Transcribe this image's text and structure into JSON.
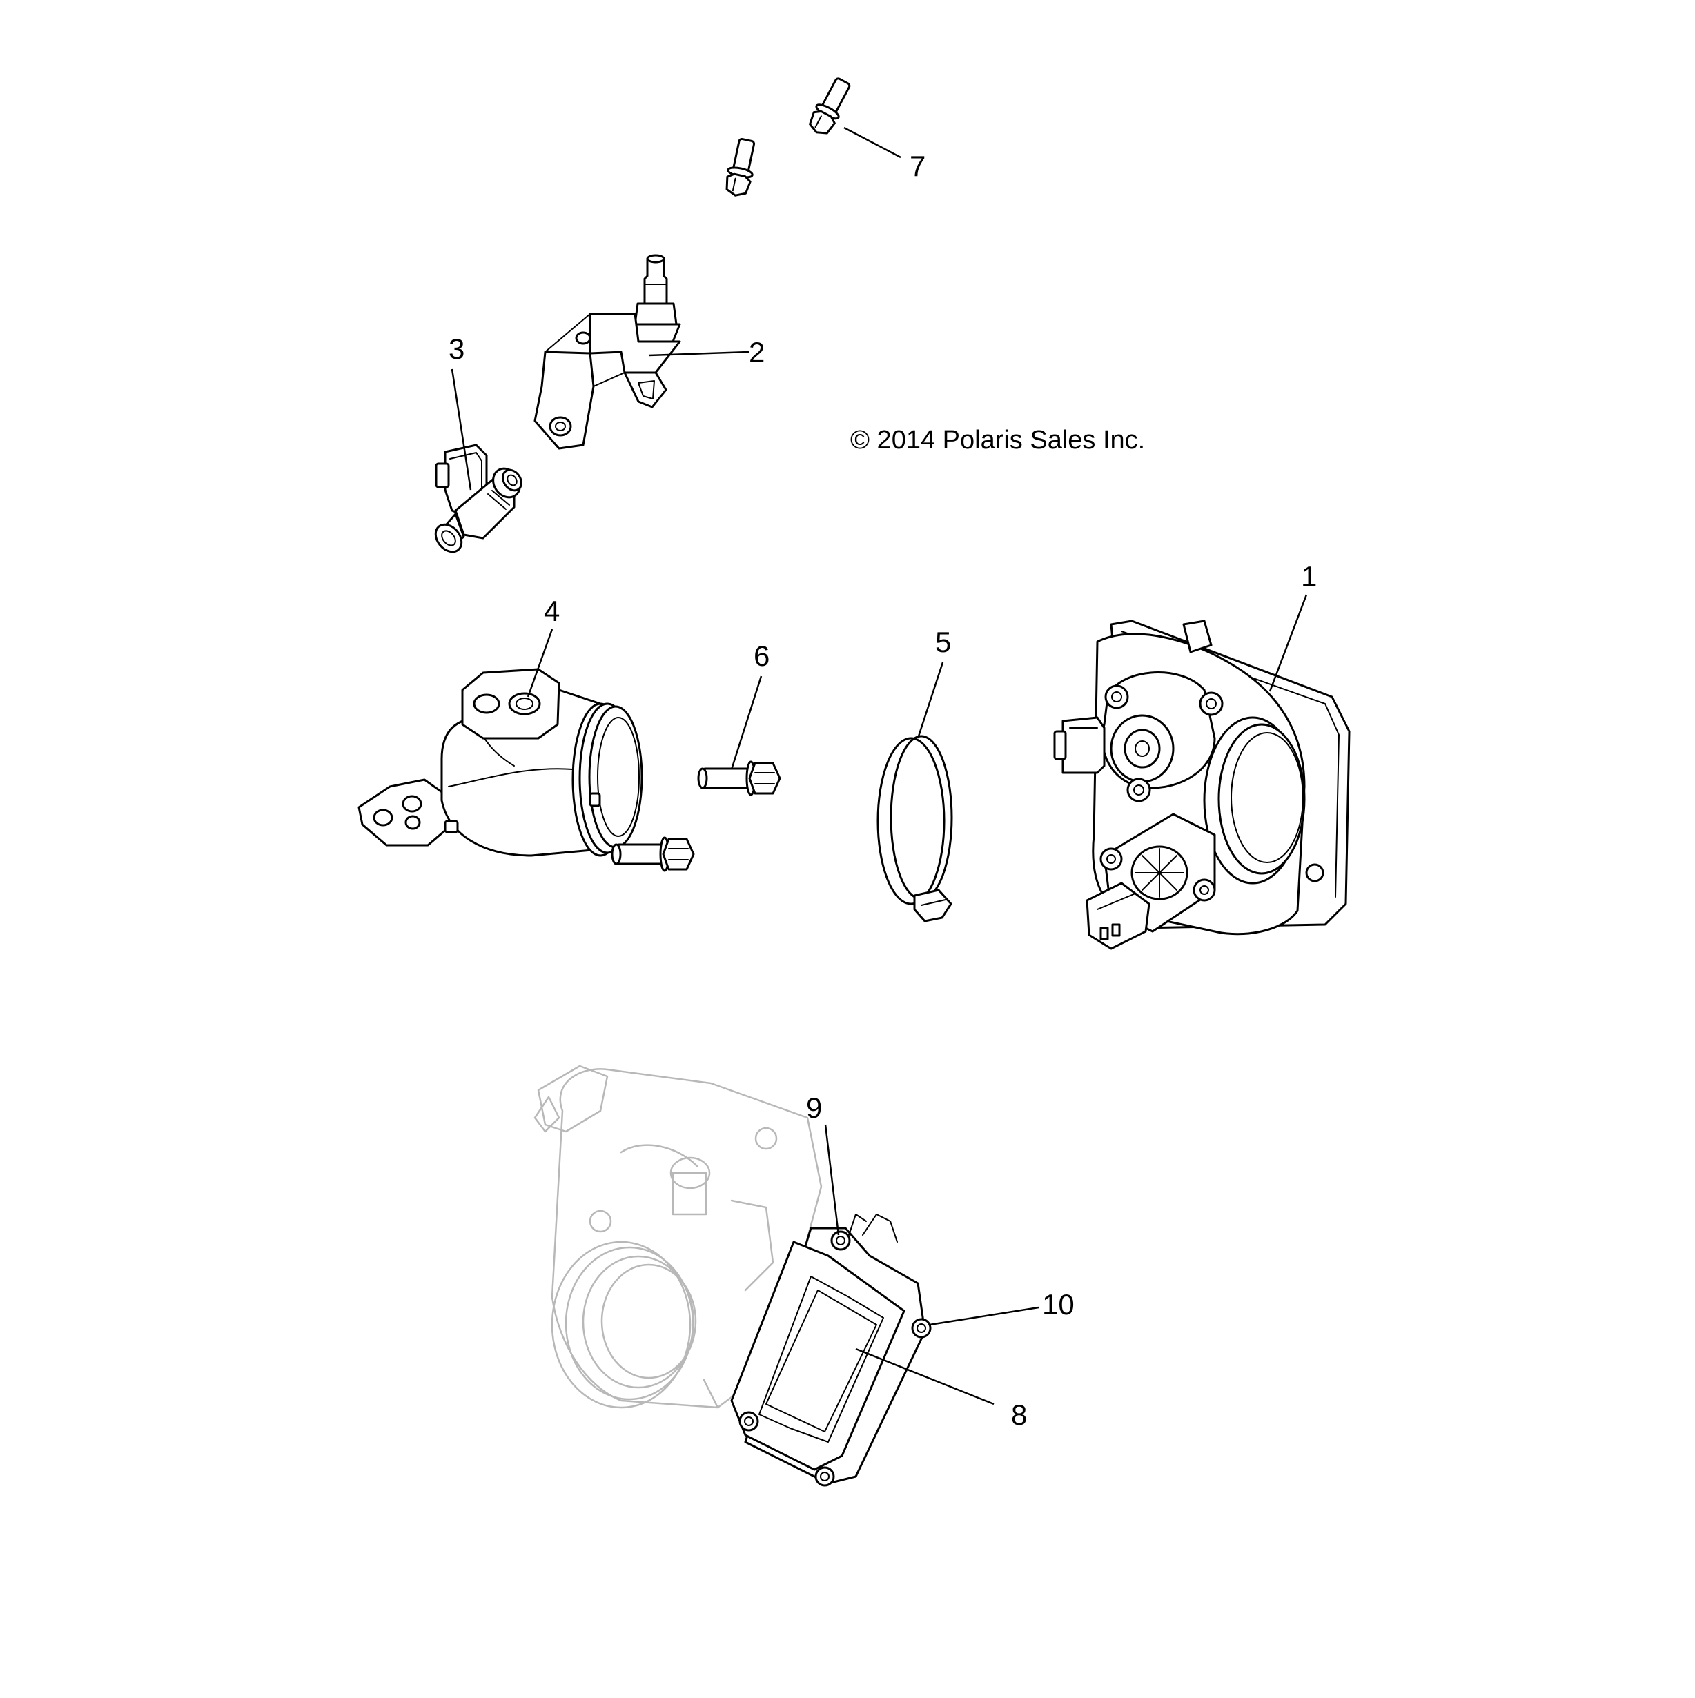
{
  "copyright": "© 2014 Polaris Sales Inc.",
  "colors": {
    "line": "#000000",
    "ghost": "#b8b8b8",
    "background": "#ffffff"
  },
  "callouts": [
    {
      "id": "1",
      "label": "1"
    },
    {
      "id": "2",
      "label": "2"
    },
    {
      "id": "3",
      "label": "3"
    },
    {
      "id": "4",
      "label": "4"
    },
    {
      "id": "5",
      "label": "5"
    },
    {
      "id": "6",
      "label": "6"
    },
    {
      "id": "7",
      "label": "7"
    },
    {
      "id": "8",
      "label": "8"
    },
    {
      "id": "9",
      "label": "9"
    },
    {
      "id": "10",
      "label": "10"
    }
  ]
}
